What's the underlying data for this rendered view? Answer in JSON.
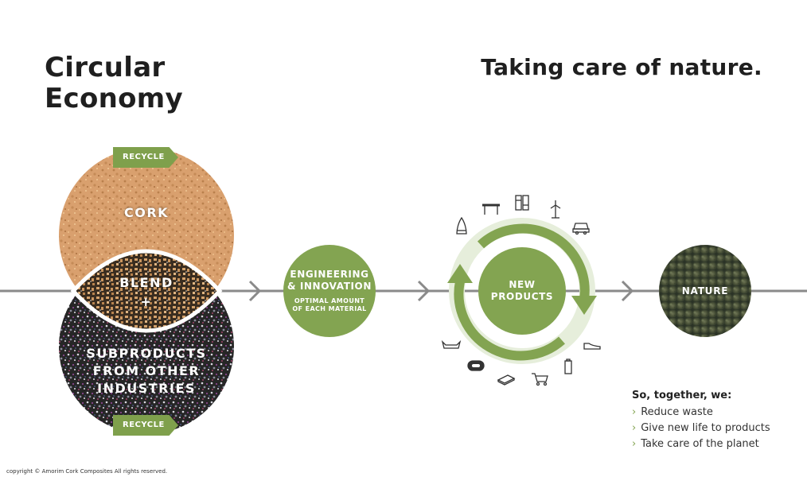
{
  "header": {
    "title_line1": "Circular",
    "title_line2": "Economy",
    "tagline": "Taking care of nature."
  },
  "recycle_top": "RECYCLE",
  "recycle_bottom": "RECYCLE",
  "cork_label": "CORK",
  "blend_label": "BLEND",
  "blend_plus": "+",
  "subproducts_label": [
    "SUBPRODUCTS",
    "FROM OTHER",
    "INDUSTRIES"
  ],
  "engineering": {
    "title_line1": "ENGINEERING",
    "title_line2": "& INNOVATION",
    "sub_line1": "OPTIMAL AMOUNT",
    "sub_line2": "OF EACH MATERIAL"
  },
  "new_products": {
    "line1": "NEW",
    "line2": "PRODUCTS"
  },
  "nature_label": "NATURE",
  "product_icons": [
    "nose-cone-icon",
    "table-icon",
    "cork-panels-icon",
    "wind-turbine-icon",
    "car-icon",
    "shoe-icon",
    "battery-icon",
    "shopping-cart-icon",
    "book-icon",
    "pad-icon",
    "boat-hull-icon"
  ],
  "summary": {
    "heading": "So, together, we:",
    "items": [
      "Reduce waste",
      "Give new life to products",
      "Take care of the planet"
    ]
  },
  "copyright": "copyright © Amorim Cork Composites All rights reserved.",
  "colors": {
    "green": "#83a451",
    "tag_green": "#7fa04c",
    "line_gray": "#8a8a8a",
    "cork": "#d9a06e",
    "dark": "#222222"
  }
}
